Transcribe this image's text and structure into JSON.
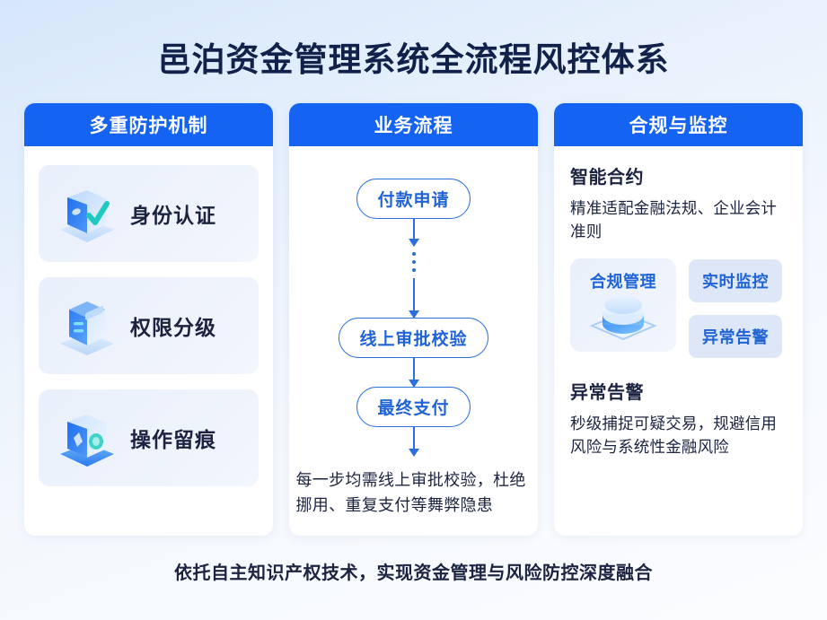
{
  "title": "邑泊资金管理系统全流程风控体系",
  "footer": "依托自主知识产权技术，实现资金管理与风险防控深度融合",
  "colors": {
    "header_blue": "#1463f3",
    "flow_blue": "#2b6fe0",
    "title_navy": "#12214a",
    "chip_bg": "#dde7f7",
    "tile_bg": "#e9f0fb"
  },
  "columns": [
    {
      "header": "多重防护机制",
      "features": [
        {
          "label": "身份认证",
          "icon": "shield-check-cube-icon"
        },
        {
          "label": "权限分级",
          "icon": "layered-server-cube-icon"
        },
        {
          "label": "操作留痕",
          "icon": "fingerprint-cube-icon"
        }
      ]
    },
    {
      "header": "业务流程",
      "flow": {
        "nodes": [
          "付款申请",
          "线上审批校验",
          "最终支付"
        ],
        "caption": "每一步均需线上审批校验，杜绝挪用、重复支付等舞弊隐患"
      }
    },
    {
      "header": "合规与监控",
      "blocks": [
        {
          "heading": "智能合约",
          "text": "精准适配金融法规、企业会计准则"
        },
        {
          "heading": "异常告警",
          "text": "秒级捕捉可疑交易，规避信用风险与系统性金融风险"
        }
      ],
      "tile": {
        "label": "合规管理",
        "icon": "database-stack-icon"
      },
      "chips": [
        "实时监控",
        "异常告警"
      ]
    }
  ]
}
